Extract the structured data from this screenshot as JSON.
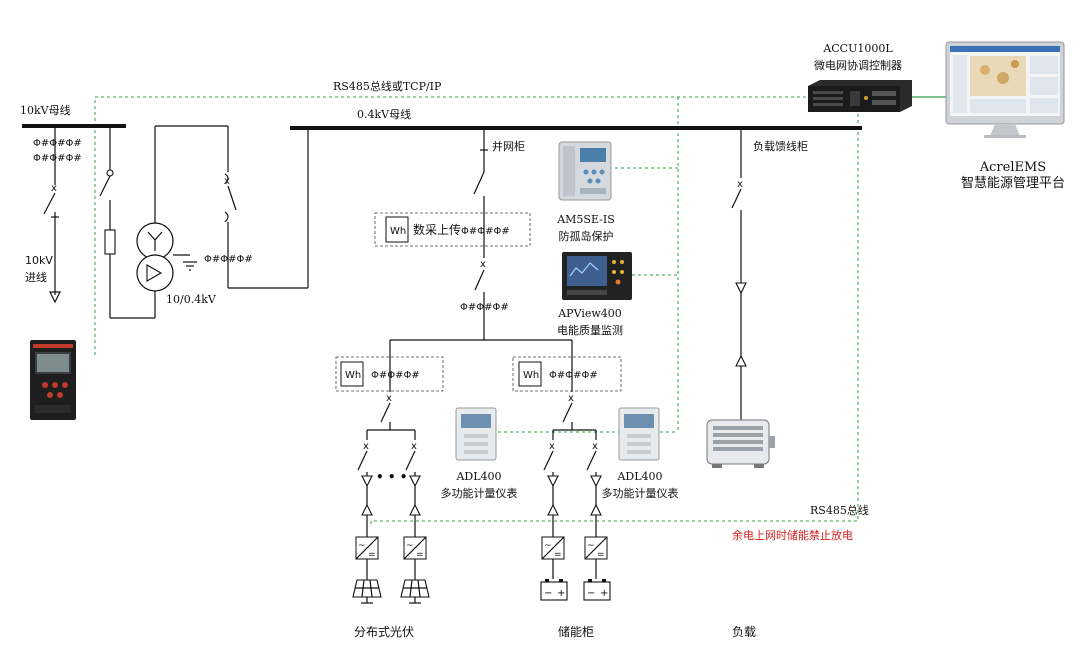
{
  "controller": {
    "model": "ACCU1000L",
    "name": "微电网协调控制器"
  },
  "platform": {
    "name": "AcrelEMS",
    "subtitle": "智慧能源管理平台"
  },
  "buses": {
    "hv_bus": "10kV母线",
    "lv_bus": "0.4kV母线"
  },
  "comm": {
    "rs485_tcp": "RS485总线或TCP/IP",
    "rs485": "RS485总线"
  },
  "incoming": {
    "line1": "10kV",
    "line2": "进线",
    "transformer": "10/0.4kV"
  },
  "cabinets": {
    "grid": "并网柜",
    "load_feeder": "负载馈线柜"
  },
  "meter_box": {
    "wh": "Wh",
    "upload": "数采上传",
    "ct_glyph": "Φ#Φ#Φ#"
  },
  "devices": {
    "am5se_model": "AM5SE-IS",
    "am5se_name": "防孤岛保护",
    "apview_model": "APView400",
    "apview_name": "电能质量监测",
    "adl_left_model": "ADL400",
    "adl_left_name": "多功能计量仪表",
    "adl_right_model": "ADL400",
    "adl_right_name": "多功能计量仪表"
  },
  "notes": {
    "warning": "余电上网时储能禁止放电",
    "ellipsis": "• • •"
  },
  "bottom_labels": {
    "pv": "分布式光伏",
    "storage": "储能柜",
    "load": "负载"
  },
  "colors": {
    "comm_line": "#2f9d45",
    "warning_text": "#d62020",
    "line": "#111111"
  },
  "icons": [
    "breaker-icon",
    "transformer-icon",
    "inverter-icon",
    "solar-panel-icon",
    "battery-icon",
    "motor-load-icon",
    "monitor-icon",
    "controller-icon",
    "relay-device-icon",
    "meter-device-icon"
  ]
}
